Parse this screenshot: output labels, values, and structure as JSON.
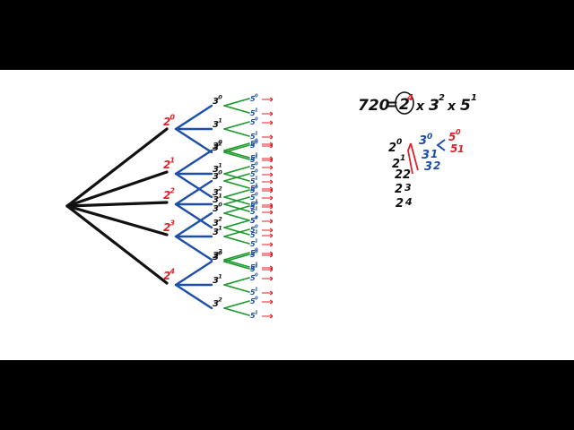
{
  "tree": {
    "level1": [
      {
        "label": "2",
        "exp": "0"
      },
      {
        "label": "2",
        "exp": "1"
      },
      {
        "label": "2",
        "exp": "2"
      },
      {
        "label": "2",
        "exp": "3"
      },
      {
        "label": "2",
        "exp": "4"
      }
    ],
    "level2": [
      {
        "label": "3",
        "exp": "0"
      },
      {
        "label": "3",
        "exp": "1"
      },
      {
        "label": "3",
        "exp": "2"
      }
    ],
    "level3": [
      {
        "label": "5",
        "exp": "0"
      },
      {
        "label": "5",
        "exp": "1"
      }
    ]
  },
  "equation": {
    "number": "720",
    "equals": "=",
    "factors": [
      {
        "base": "2",
        "exp": "4",
        "circled": true,
        "color": "#e0212a"
      },
      {
        "base": "3",
        "exp": "2",
        "circled": false,
        "color": "#111111"
      },
      {
        "base": "5",
        "exp": "1",
        "circled": false,
        "color": "#111111"
      }
    ],
    "times": "x"
  },
  "powers_of_two": [
    "0",
    "1",
    "2",
    "3",
    "4"
  ],
  "powers_of_three": [
    "0",
    "1",
    "2"
  ],
  "powers_of_five": [
    "0",
    "1"
  ],
  "colors": {
    "trunk": "#111111",
    "level1_branch": "#1e4fa8",
    "level2_branch": "#1f9a2e",
    "level1_text": "#e0212a",
    "level2_text": "#111111",
    "level3_text": "#1e4fa8",
    "arrow": "#e0212a"
  }
}
